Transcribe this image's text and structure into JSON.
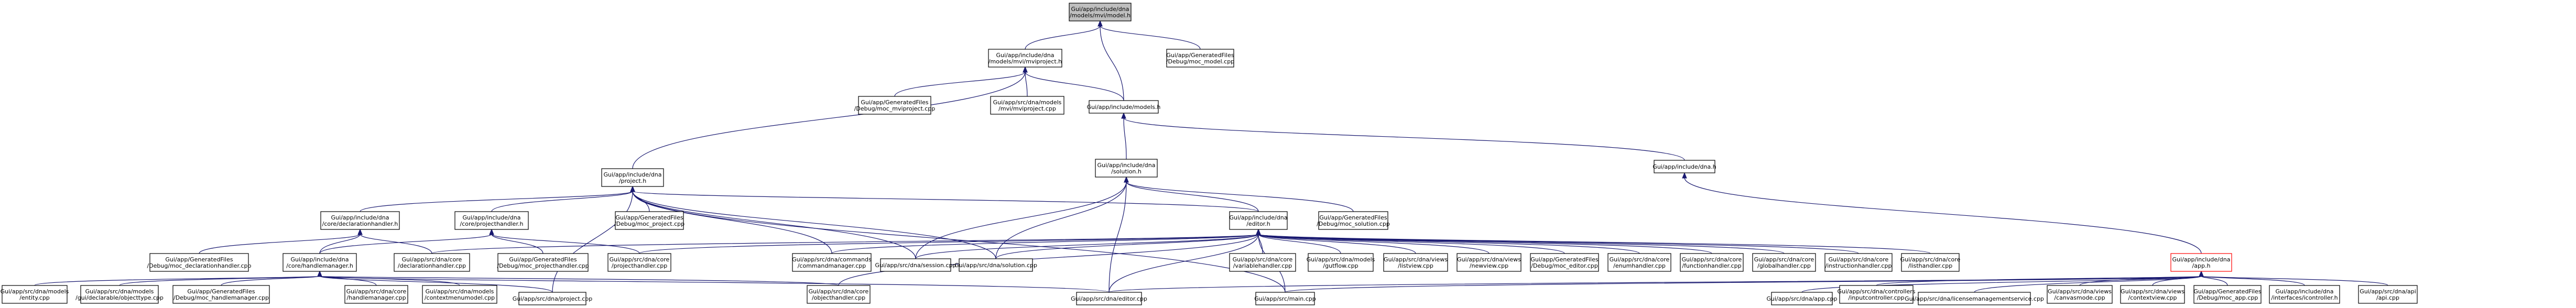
{
  "nodes": [
    {
      "id": "n_mvi_model_h",
      "lines": [
        "Gui/app/include/dna",
        "/models/mvi/model.h"
      ],
      "root": true
    },
    {
      "id": "n_moc_model",
      "lines": [
        "Gui/app/GeneratedFiles",
        "/Debug/moc_model.cpp"
      ]
    },
    {
      "id": "n_mvi_project_h",
      "lines": [
        "Gui/app/include/dna",
        "/models/mvi/mviproject.h"
      ]
    },
    {
      "id": "n_models_h",
      "lines": [
        "Gui/app/include/models.h"
      ]
    },
    {
      "id": "n_moc_mviproject",
      "lines": [
        "Gui/app/GeneratedFiles",
        "/Debug/moc_mviproject.cpp"
      ]
    },
    {
      "id": "n_mviproject_cpp",
      "lines": [
        "Gui/app/src/dna/models",
        "/mvi/mviproject.cpp"
      ]
    },
    {
      "id": "n_project_h",
      "lines": [
        "Gui/app/include/dna",
        "/project.h"
      ]
    },
    {
      "id": "n_solution_h",
      "lines": [
        "Gui/app/include/dna",
        "/solution.h"
      ]
    },
    {
      "id": "n_dna_h",
      "lines": [
        "Gui/app/include/dna.h"
      ]
    },
    {
      "id": "n_declarationhandler_h",
      "lines": [
        "Gui/app/include/dna",
        "/core/declarationhandler.h"
      ]
    },
    {
      "id": "n_projecthandler_h",
      "lines": [
        "Gui/app/include/dna",
        "/core/projecthandler.h"
      ]
    },
    {
      "id": "n_moc_project",
      "lines": [
        "Gui/app/GeneratedFiles",
        "/Debug/moc_project.cpp"
      ]
    },
    {
      "id": "n_editor_h",
      "lines": [
        "Gui/app/include/dna",
        "/editor.h"
      ]
    },
    {
      "id": "n_moc_solution",
      "lines": [
        "Gui/app/GeneratedFiles",
        "/Debug/moc_solution.cpp"
      ]
    },
    {
      "id": "n_moc_declarationhandler",
      "lines": [
        "Gui/app/GeneratedFiles",
        "/Debug/moc_declarationhandler.cpp"
      ]
    },
    {
      "id": "n_handlemanager_h",
      "lines": [
        "Gui/app/include/dna",
        "/core/handlemanager.h"
      ]
    },
    {
      "id": "n_declarationhandler_cpp",
      "lines": [
        "Gui/app/src/dna/core",
        "/declarationhandler.cpp"
      ]
    },
    {
      "id": "n_moc_projecthandler",
      "lines": [
        "Gui/app/GeneratedFiles",
        "/Debug/moc_projecthandler.cpp"
      ]
    },
    {
      "id": "n_projecthandler_cpp",
      "lines": [
        "Gui/app/src/dna/core",
        "/projecthandler.cpp"
      ]
    },
    {
      "id": "n_commandmanager_cpp",
      "lines": [
        "Gui/app/src/dna/commands",
        "/commandmanager.cpp"
      ]
    },
    {
      "id": "n_session_cpp",
      "lines": [
        "Gui/app/src/dna/session.cpp"
      ]
    },
    {
      "id": "n_solution_cpp",
      "lines": [
        "Gui/app/src/dna/solution.cpp"
      ]
    },
    {
      "id": "n_variablehandler_cpp",
      "lines": [
        "Gui/app/src/dna/core",
        "/variablehandler.cpp"
      ]
    },
    {
      "id": "n_gutflow_cpp",
      "lines": [
        "Gui/app/src/dna/models",
        "/gutflow.cpp"
      ]
    },
    {
      "id": "n_listview_cpp",
      "lines": [
        "Gui/app/src/dna/views",
        "/listview.cpp"
      ]
    },
    {
      "id": "n_newview_cpp",
      "lines": [
        "Gui/app/src/dna/views",
        "/newview.cpp"
      ]
    },
    {
      "id": "n_moc_editor",
      "lines": [
        "Gui/app/GeneratedFiles",
        "/Debug/moc_editor.cpp"
      ]
    },
    {
      "id": "n_enumhandler_cpp",
      "lines": [
        "Gui/app/src/dna/core",
        "/enumhandler.cpp"
      ]
    },
    {
      "id": "n_functionhandler_cpp",
      "lines": [
        "Gui/app/src/dna/core",
        "/functionhandler.cpp"
      ]
    },
    {
      "id": "n_globalhandler_cpp",
      "lines": [
        "Gui/app/src/dna/core",
        "/globalhandler.cpp"
      ]
    },
    {
      "id": "n_instructionhandler_cpp",
      "lines": [
        "Gui/app/src/dna/core",
        "/instructionhandler.cpp"
      ]
    },
    {
      "id": "n_listhandler_cpp",
      "lines": [
        "Gui/app/src/dna/core",
        "/listhandler.cpp"
      ]
    },
    {
      "id": "n_app_h",
      "lines": [
        "Gui/app/include/dna",
        "/app.h"
      ],
      "red": true
    },
    {
      "id": "n_entity_cpp",
      "lines": [
        "Gui/app/src/dna/models",
        "/entity.cpp"
      ]
    },
    {
      "id": "n_objecttype_cpp",
      "lines": [
        "Gui/app/src/dna/models",
        "/gui/declarable/objecttype.cpp"
      ]
    },
    {
      "id": "n_moc_handlemanager",
      "lines": [
        "Gui/app/GeneratedFiles",
        "/Debug/moc_handlemanager.cpp"
      ]
    },
    {
      "id": "n_handlemanager_cpp",
      "lines": [
        "Gui/app/src/dna/core",
        "/handlemanager.cpp"
      ]
    },
    {
      "id": "n_contextmenumodel_cpp",
      "lines": [
        "Gui/app/src/dna/models",
        "/contextmenumodel.cpp"
      ]
    },
    {
      "id": "n_project_cpp",
      "lines": [
        "Gui/app/src/dna/project.cpp"
      ]
    },
    {
      "id": "n_objecthandler_cpp",
      "lines": [
        "Gui/app/src/dna/core",
        "/objecthandler.cpp"
      ]
    },
    {
      "id": "n_editor_cpp",
      "lines": [
        "Gui/app/src/dna/editor.cpp"
      ]
    },
    {
      "id": "n_main_cpp",
      "lines": [
        "Gui/app/src/main.cpp"
      ]
    },
    {
      "id": "n_app_cpp",
      "lines": [
        "Gui/app/src/dna/app.cpp"
      ]
    },
    {
      "id": "n_inputcontroller_cpp",
      "lines": [
        "Gui/app/src/dna/controllers",
        "/inputcontroller.cpp"
      ]
    },
    {
      "id": "n_licensemanagementservice_cpp",
      "lines": [
        "Gui/app/src/dna/licensemanagementservice.cpp"
      ]
    },
    {
      "id": "n_canvasmode_cpp",
      "lines": [
        "Gui/app/src/dna/views",
        "/canvasmode.cpp"
      ]
    },
    {
      "id": "n_contextview_cpp",
      "lines": [
        "Gui/app/src/dna/views",
        "/contextview.cpp"
      ]
    },
    {
      "id": "n_moc_app",
      "lines": [
        "Gui/app/GeneratedFiles",
        "/Debug/moc_app.cpp"
      ]
    },
    {
      "id": "n_icontroller_h",
      "lines": [
        "Gui/app/include/dna",
        "/interfaces/icontroller.h"
      ]
    },
    {
      "id": "n_api_cpp",
      "lines": [
        "Gui/app/src/dna/api",
        "/api.cpp"
      ]
    }
  ]
}
